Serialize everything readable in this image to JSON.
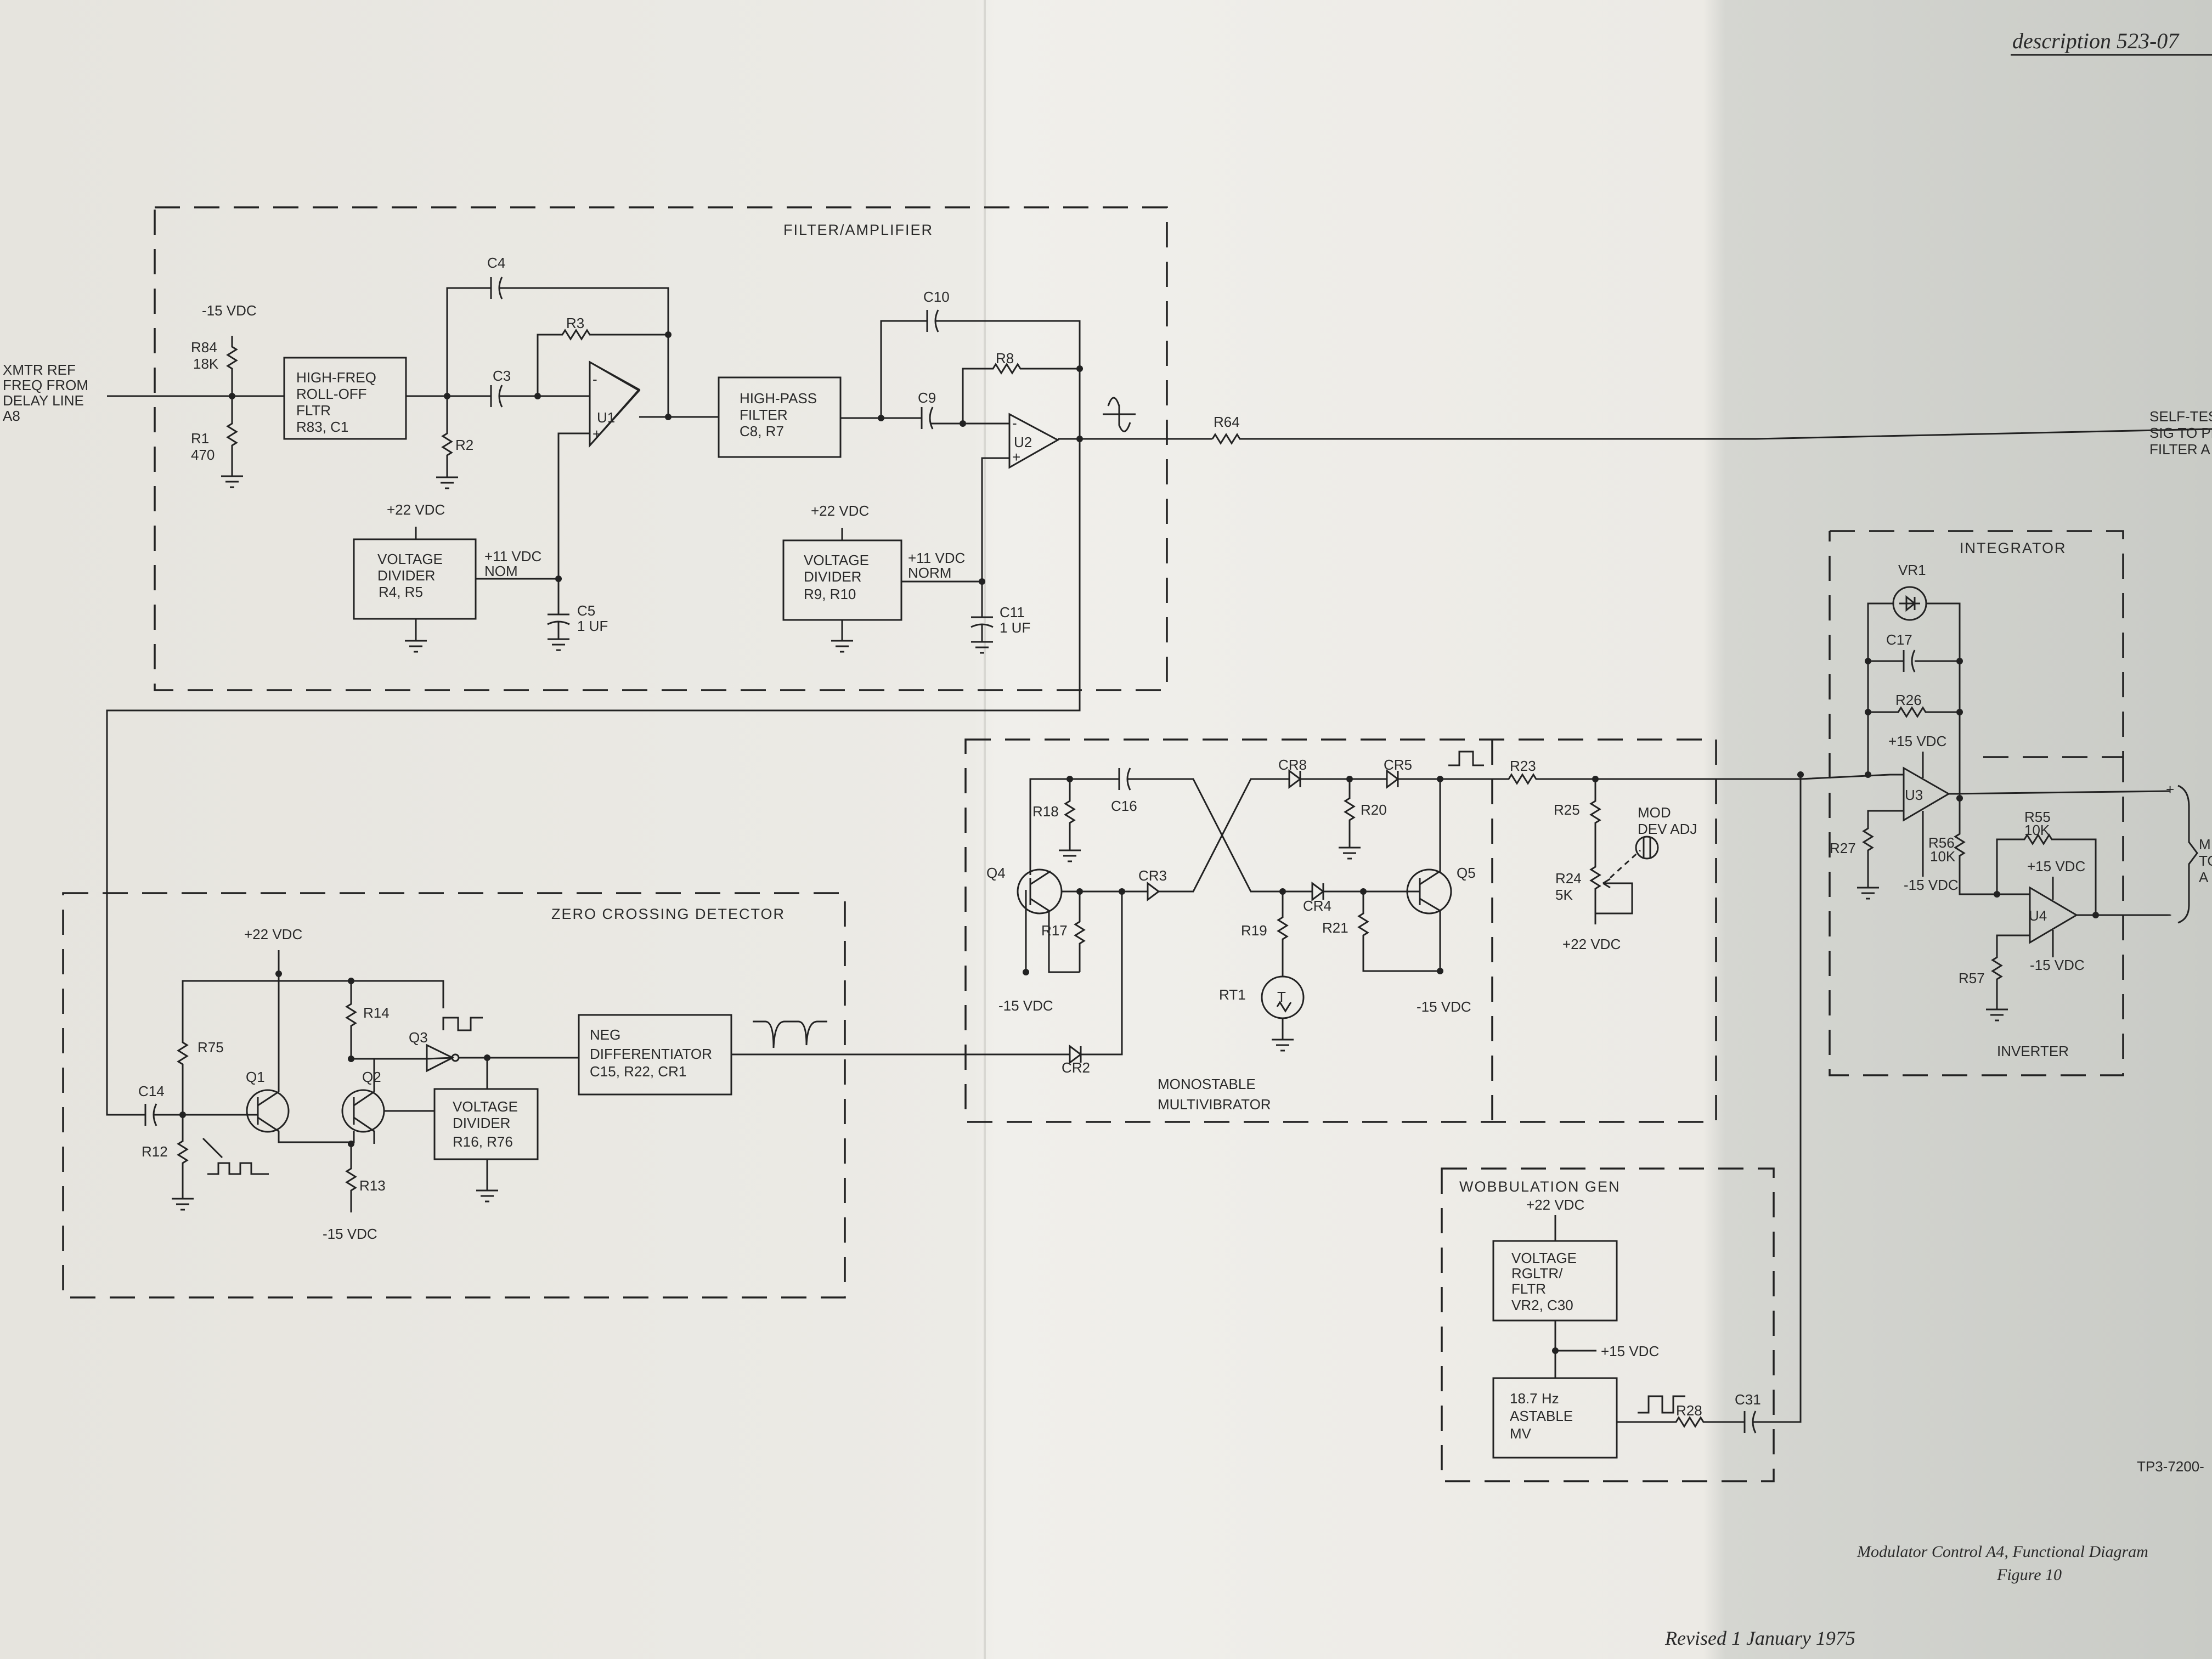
{
  "header": {
    "doc_ref": "description 523-07"
  },
  "input_label": [
    "XMTR REF",
    "FREQ FROM",
    "DELAY LINE",
    "A8"
  ],
  "output_self_test": [
    "SELF-TES",
    "SIG TO PR",
    "FILTER A"
  ],
  "output_mod": [
    "M",
    "TO",
    "A"
  ],
  "sections": {
    "filter_amplifier": "FILTER/AMPLIFIER",
    "integrator": "INTEGRATOR",
    "inverter": "INVERTER",
    "zero_crossing": "ZERO CROSSING DETECTOR",
    "monostable": [
      "MONOSTABLE",
      "MULTIVIBRATOR"
    ],
    "wobbulation": "WOBBULATION GEN"
  },
  "blocks": {
    "hf_rolloff": [
      "HIGH-FREQ",
      "ROLL-OFF",
      "FLTR",
      "R83, C1"
    ],
    "high_pass": [
      "HIGH-PASS",
      "FILTER",
      "C8, R7"
    ],
    "vdiv1": [
      "VOLTAGE",
      "DIVIDER",
      "R4, R5"
    ],
    "vdiv2": [
      "VOLTAGE",
      "DIVIDER",
      "R9, R10"
    ],
    "vdiv3": [
      "VOLTAGE",
      "DIVIDER",
      "R16, R76"
    ],
    "neg_diff": [
      "NEG",
      "DIFFERENTIATOR",
      "C15, R22, CR1"
    ],
    "vreg": [
      "VOLTAGE",
      "RGLTR/",
      "FLTR",
      "VR2, C30"
    ],
    "astable": [
      "18.7 Hz",
      "ASTABLE",
      "MV"
    ]
  },
  "labels": {
    "r84": "R84",
    "r84_val": "18K",
    "r1": "R1",
    "r1_val": "470",
    "r2": "R2",
    "r3": "R3",
    "r8": "R8",
    "r64": "R64",
    "c3": "C3",
    "c4": "C4",
    "c9": "C9",
    "c10": "C10",
    "c5": "C5",
    "c5_val": "1 UF",
    "c11": "C11",
    "c11_val": "1 UF",
    "u1": "U1",
    "u2": "U2",
    "u3": "U3",
    "u4": "U4",
    "vr1": "VR1",
    "c17": "C17",
    "r26": "R26",
    "r27": "R27",
    "r55": "R55",
    "r55_val": "10K",
    "r56": "R56",
    "r56_val": "10K",
    "r57": "R57",
    "r23": "R23",
    "r25": "R25",
    "r24": "R24",
    "r24_val": "5K",
    "mod_dev": [
      "MOD",
      "DEV ADJ"
    ],
    "cr8": "CR8",
    "cr5": "CR5",
    "c16": "C16",
    "r18": "R18",
    "r20": "R20",
    "q4": "Q4",
    "q5": "Q5",
    "cr3": "CR3",
    "cr4": "CR4",
    "r17": "R17",
    "r19": "R19",
    "r21": "R21",
    "rt1": "RT1",
    "cr2": "CR2",
    "r75": "R75",
    "c14": "C14",
    "r12": "R12",
    "q1": "Q1",
    "q2": "Q2",
    "q3": "Q3",
    "r14": "R14",
    "r13": "R13",
    "r28": "R28",
    "c31": "C31",
    "plus": "+",
    "minus": "-",
    "t": "T"
  },
  "voltages": {
    "neg15": "-15 VDC",
    "pos22": "+22 VDC",
    "pos11": "+11 VDC",
    "nom": "NOM",
    "norm": "NORM",
    "pos15": "+15 VDC"
  },
  "footer": {
    "fig_ref": "TP3-7200-",
    "caption": "Modulator Control A4, Functional Diagram",
    "figure": "Figure 10",
    "revised": "Revised 1 January 1975"
  }
}
